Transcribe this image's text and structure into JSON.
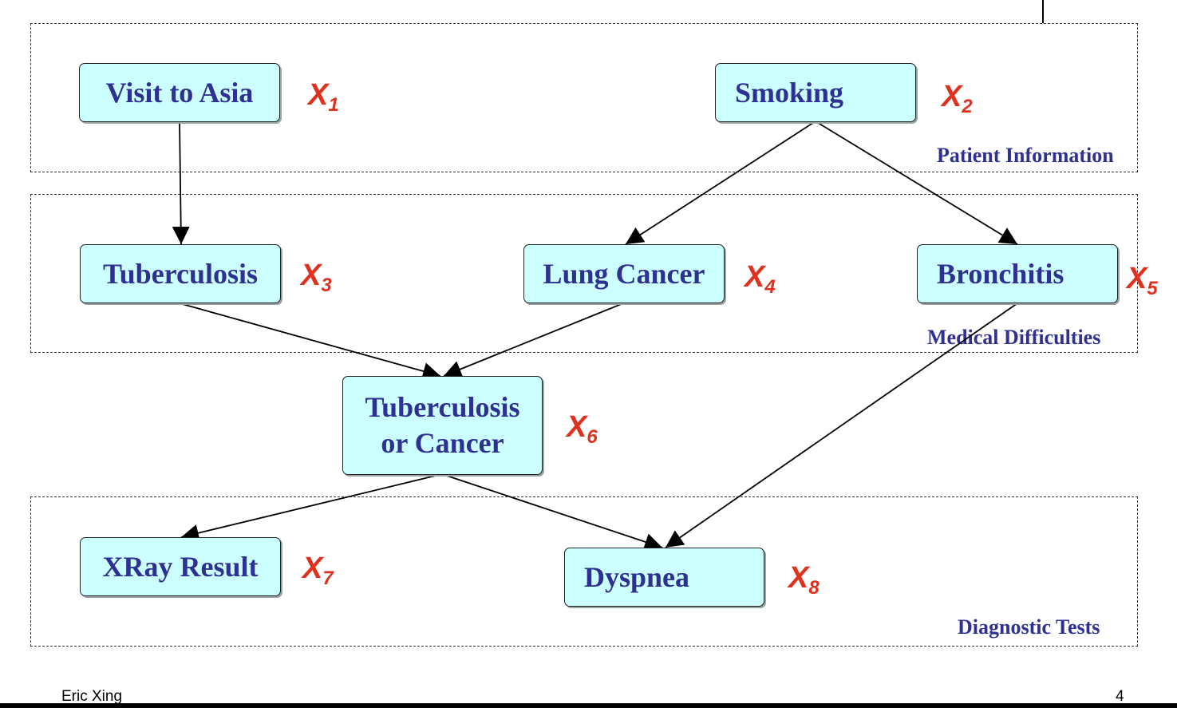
{
  "regions": {
    "patient": "Patient Information",
    "medical": "Medical Difficulties",
    "diagnostic": "Diagnostic Tests"
  },
  "nodes": {
    "visit_asia": "Visit to Asia",
    "smoking": "Smoking",
    "tuberculosis": "Tuberculosis",
    "lung_cancer": "Lung Cancer",
    "bronchitis": "Bronchitis",
    "tb_or_cancer_line1": "Tuberculosis",
    "tb_or_cancer_line2": "or Cancer",
    "xray": "XRay Result",
    "dyspnea": "Dyspnea"
  },
  "vars": {
    "x1": {
      "base": "X",
      "sub": "1"
    },
    "x2": {
      "base": "X",
      "sub": "2"
    },
    "x3": {
      "base": "X",
      "sub": "3"
    },
    "x4": {
      "base": "X",
      "sub": "4"
    },
    "x5": {
      "base": "X",
      "sub": "5"
    },
    "x6": {
      "base": "X",
      "sub": "6"
    },
    "x7": {
      "base": "X",
      "sub": "7"
    },
    "x8": {
      "base": "X",
      "sub": "8"
    }
  },
  "edges": [
    {
      "from": "visit-to-asia-node",
      "to": "tuberculosis-node"
    },
    {
      "from": "smoking-node",
      "to": "lung-cancer-node"
    },
    {
      "from": "smoking-node",
      "to": "bronchitis-node"
    },
    {
      "from": "tuberculosis-node",
      "to": "tb-or-cancer-node"
    },
    {
      "from": "lung-cancer-node",
      "to": "tb-or-cancer-node"
    },
    {
      "from": "tb-or-cancer-node",
      "to": "xray-result-node"
    },
    {
      "from": "tb-or-cancer-node",
      "to": "dyspnea-node"
    },
    {
      "from": "bronchitis-node",
      "to": "dyspnea-node"
    }
  ],
  "footer": {
    "author": "Eric Xing",
    "page": "4"
  },
  "colors": {
    "node_fill": "#ccffff",
    "node_text": "#2e3192",
    "variable": "#e0301e",
    "region_label": "#2e3192"
  }
}
